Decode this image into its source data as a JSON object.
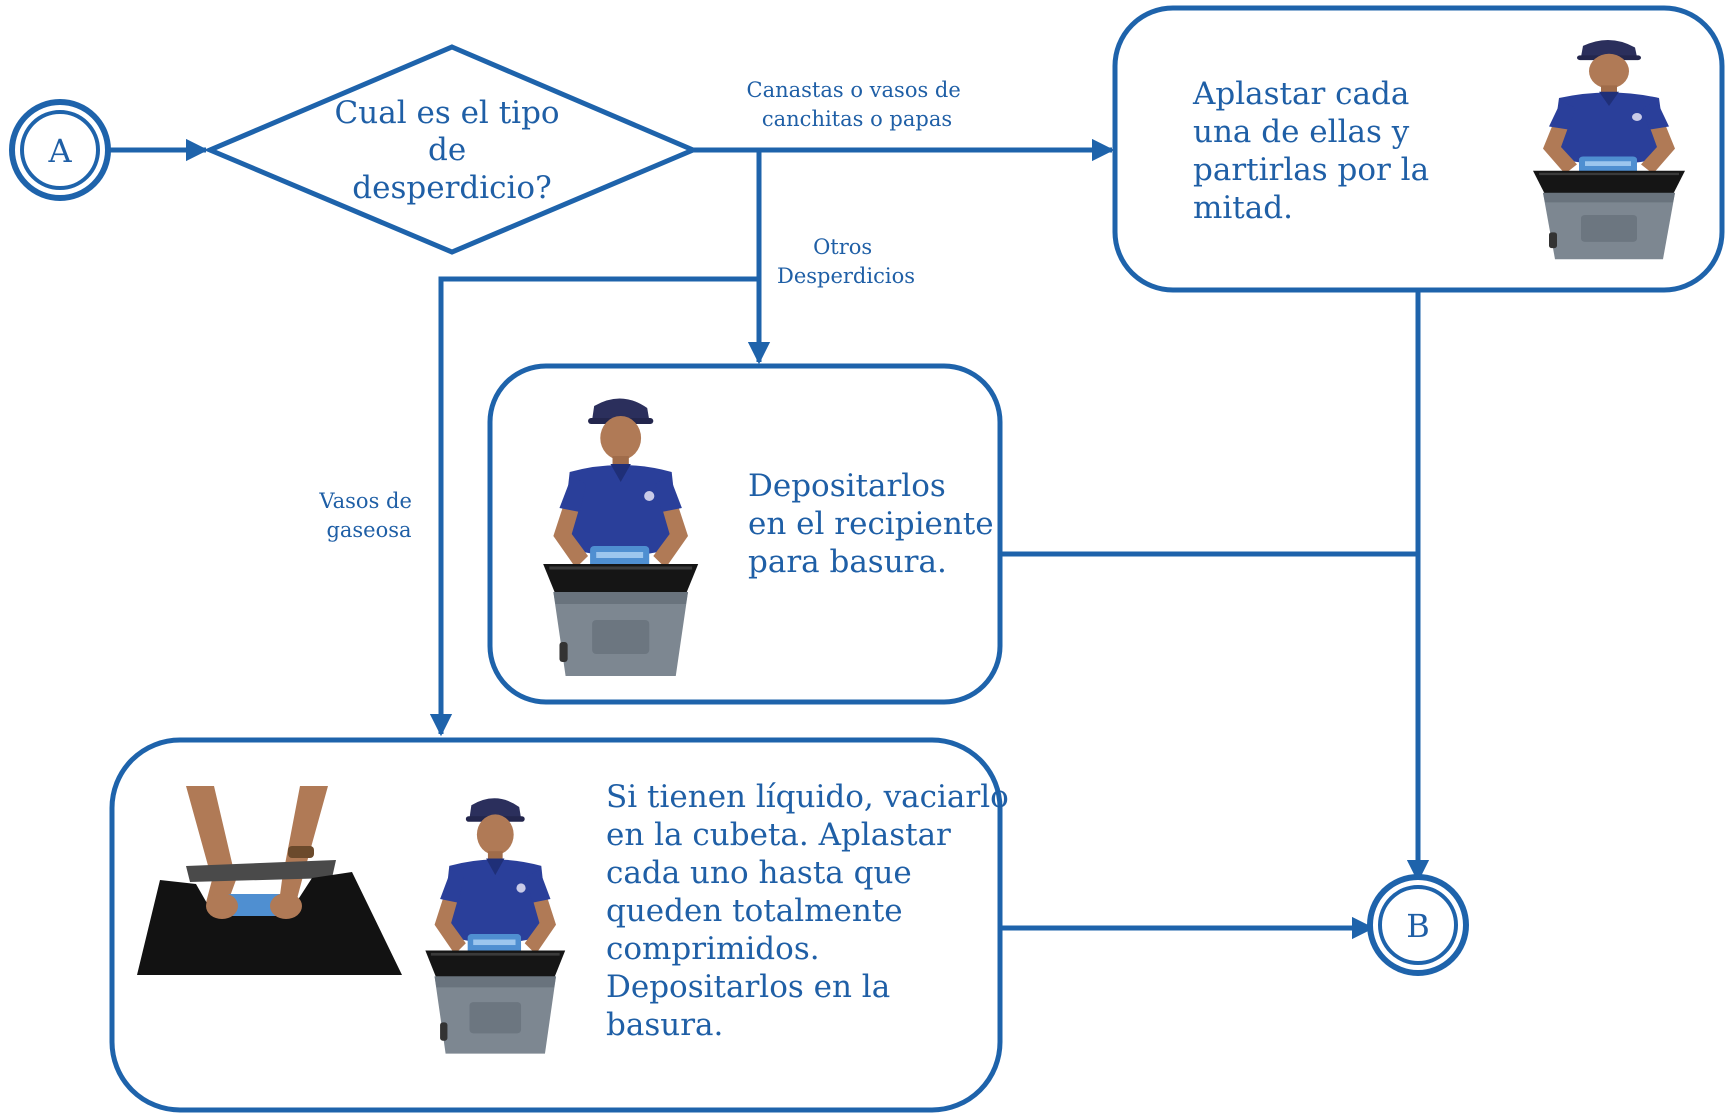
{
  "colors": {
    "primary": "#1e63ab",
    "text": "#1f5fa6",
    "shirt": "#2a3f9a",
    "skin": "#b07a56",
    "bin": "#7d8791",
    "bag": "#151515"
  },
  "connectors": {
    "start": "A",
    "end": "B"
  },
  "decision": {
    "lines": [
      "Cual es el tipo",
      "de",
      "desperdicio?"
    ]
  },
  "branches": {
    "canastas": [
      "Canastas o vasos de",
      "canchitas o  papas"
    ],
    "otros": [
      "Otros",
      "Desperdicios"
    ],
    "vasos": [
      "Vasos de",
      "gaseosa"
    ]
  },
  "steps": {
    "aplastar": [
      "Aplastar cada",
      "una de ellas y",
      "partirlas por la",
      "mitad."
    ],
    "depositar": [
      "Depositarlos",
      "en el recipiente",
      "para basura."
    ],
    "vaciar": [
      "Si tienen líquido, vaciarlo",
      "en la cubeta.  Aplastar",
      "cada uno hasta que",
      "queden totalmente",
      "comprimidos.",
      "Depositarlos en la",
      "basura."
    ]
  },
  "images": {
    "worker": "worker-at-trash-bin-photo",
    "hands": "hands-crushing-cup-photo"
  }
}
